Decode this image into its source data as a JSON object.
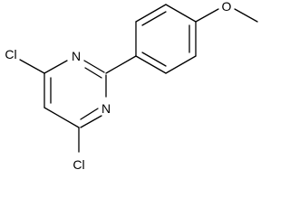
{
  "molecule": {
    "atoms": {
      "cl_top": "Cl",
      "cl_bottom": "Cl",
      "n_top": "N",
      "n_bottom": "N",
      "o_methoxy": "O"
    },
    "colors": {
      "bond": "#000000",
      "text": "#000000",
      "background": "#ffffff"
    }
  }
}
